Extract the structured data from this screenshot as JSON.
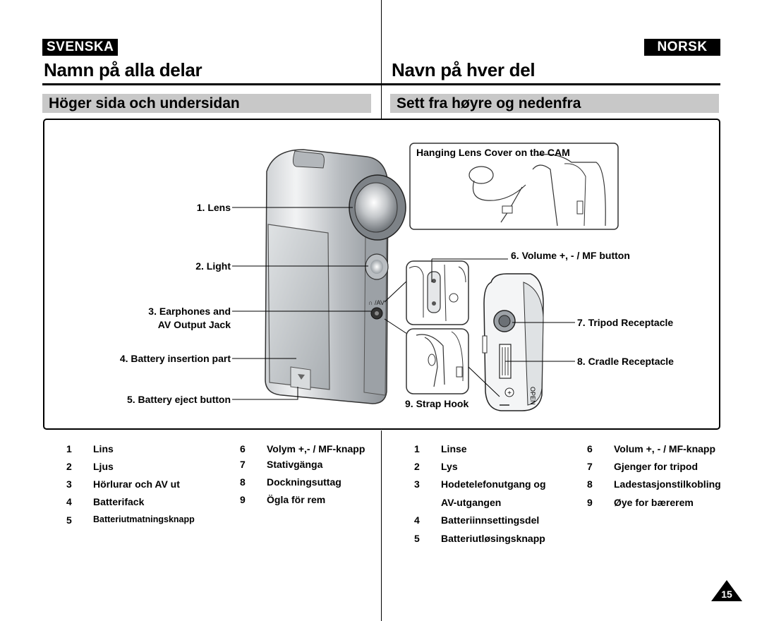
{
  "header": {
    "left_badge": "SVENSKA",
    "right_badge": "NORSK",
    "left_title": "Namn på alla delar",
    "right_title": "Navn på hver del",
    "left_section": "Höger sida och undersidan",
    "right_section": "Sett fra høyre og nedenfra"
  },
  "figure": {
    "inset_title": "Hanging Lens Cover on the CAM",
    "jack_label": "/AV",
    "open_label": "OPEN",
    "callouts": {
      "lens": "1. Lens",
      "light": "2. Light",
      "earphones_line1": "3. Earphones and",
      "earphones_line2": "AV Output Jack",
      "battery_part": "4. Battery insertion part",
      "battery_eject": "5. Battery eject button",
      "volume": "6. Volume +, - / MF button",
      "tripod": "7. Tripod Receptacle",
      "cradle": "8. Cradle Receptacle",
      "strap": "9. Strap Hook"
    }
  },
  "legend_sv": {
    "col1": [
      {
        "num": "1",
        "text": "Lins"
      },
      {
        "num": "2",
        "text": "Ljus"
      },
      {
        "num": "3",
        "text": "Hörlurar och AV ut"
      },
      {
        "num": "4",
        "text": "Batterifack"
      },
      {
        "num": "5",
        "text": "Batteriutmatningsknapp"
      }
    ],
    "col2": [
      {
        "num": "6",
        "text": "Volym +,- / MF-knapp"
      },
      {
        "num": "7",
        "text": "Stativgänga"
      },
      {
        "num": "8",
        "text": "Dockningsuttag"
      },
      {
        "num": "9",
        "text": "Ögla för rem"
      }
    ]
  },
  "legend_no": {
    "col1": [
      {
        "num": "1",
        "text": "Linse"
      },
      {
        "num": "2",
        "text": "Lys"
      },
      {
        "num": "3",
        "text": "Hodetelefonutgang og"
      },
      {
        "num": "",
        "text": "AV-utgangen"
      },
      {
        "num": "4",
        "text": "Batteriinnsettingsdel"
      },
      {
        "num": "5",
        "text": "Batteriutløsingsknapp"
      }
    ],
    "col2": [
      {
        "num": "6",
        "text": "Volum +, - / MF-knapp"
      },
      {
        "num": "7",
        "text": "Gjenger for tripod"
      },
      {
        "num": "8",
        "text": "Ladestasjonstilkobling"
      },
      {
        "num": "9",
        "text": "Øye for bærerem"
      }
    ]
  },
  "page_number": "15"
}
